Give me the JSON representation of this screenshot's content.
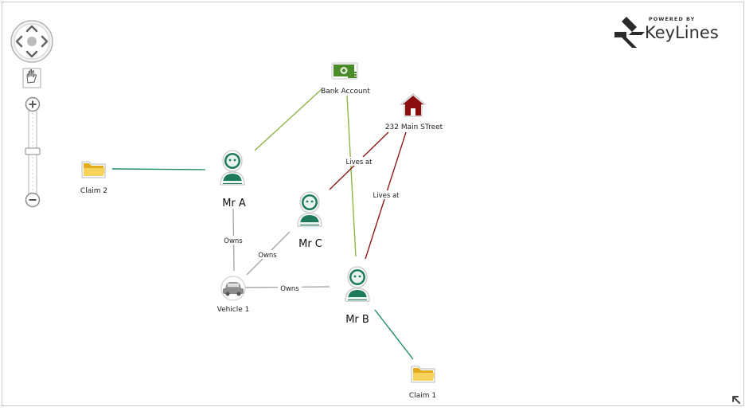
{
  "branding": {
    "powered_by": "POWERED BY",
    "name": "KeyLines"
  },
  "controls": {
    "pan_icon": "navigation-pad-icon",
    "hand_icon": "hand-tool-icon",
    "zoom_in_icon": "zoom-in-icon",
    "zoom_out_icon": "zoom-out-icon",
    "zoom_level": 0.5
  },
  "nodes": {
    "bank_account": "Bank Account",
    "address": "232 Main STreet",
    "claim2": "Claim 2",
    "mr_a": "Mr A",
    "mr_c": "Mr C",
    "vehicle1": "Vehicle 1",
    "mr_b": "Mr B",
    "claim1": "Claim 1"
  },
  "links": {
    "owns_a_vehicle": "Owns",
    "owns_c_vehicle": "Owns",
    "owns_b_vehicle": "Owns",
    "lives_at_c": "Lives at",
    "lives_at_b": "Lives at"
  },
  "colors": {
    "green_link": "#8db44a",
    "teal_link": "#1e8a64",
    "red_link": "#8b1a1a",
    "grey_link": "#a8a8a8",
    "person": "#1d7a5a",
    "folder": "#f5c842",
    "house": "#8b0f0f",
    "money": "#4a8c2a"
  }
}
